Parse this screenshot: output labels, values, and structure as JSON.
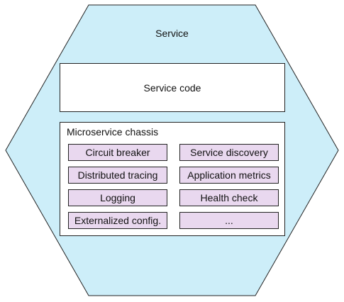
{
  "diagram": {
    "service_label": "Service",
    "service_code_label": "Service code",
    "chassis": {
      "title": "Microservice chassis",
      "items": [
        "Circuit breaker",
        "Service discovery",
        "Distributed tracing",
        "Application metrics",
        "Logging",
        "Health check",
        "Externalized config.",
        "..."
      ]
    },
    "colors": {
      "hexagon_fill": "#cdeef9",
      "hexagon_stroke": "#222222",
      "box_fill": "#ffffff",
      "concern_fill": "#e9d8ef",
      "text": "#111111"
    }
  }
}
